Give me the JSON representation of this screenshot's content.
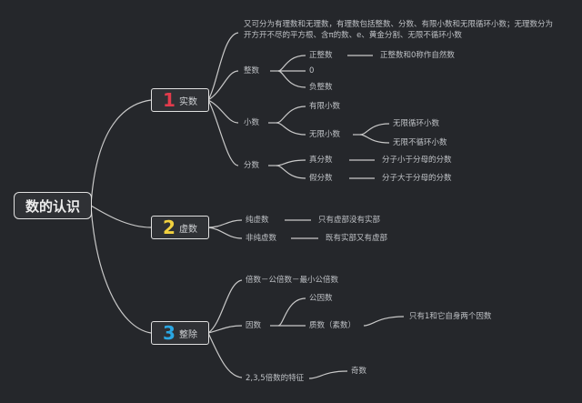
{
  "root": {
    "label": "数的认识"
  },
  "colors": {
    "background": "#25272b",
    "line": "#c9c9c9",
    "red": "#e23b4c",
    "yellow": "#f2d13f",
    "blue": "#2aa7e3"
  },
  "branches": {
    "real": {
      "number": "1",
      "label": "实数",
      "note": "又可分为有理数和无理数，有理数包括整数、分数、有限小数和无限循环小数；无理数分为开方开不尽的平方根、含π的数、e、黄金分割、无限不循环小数",
      "integer": {
        "label": "整数",
        "positive": "正整数",
        "positive_desc": "正整数和0称作自然数",
        "zero": "0",
        "negative": "负整数"
      },
      "decimal": {
        "label": "小数",
        "finite": "有限小数",
        "infinite": "无限小数",
        "repeating": "无限循环小数",
        "non_repeating": "无限不循环小数"
      },
      "fraction": {
        "label": "分数",
        "proper": "真分数",
        "proper_desc": "分子小于分母的分数",
        "improper": "假分数",
        "improper_desc": "分子大于分母的分数"
      }
    },
    "imaginary": {
      "number": "2",
      "label": "虚数",
      "pure": "纯虚数",
      "pure_desc": "只有虚部没有实部",
      "non_pure": "非纯虚数",
      "non_pure_desc": "既有实部又有虚部"
    },
    "divisibility": {
      "number": "3",
      "label": "整除",
      "multiple": "倍数－公倍数－最小公倍数",
      "factor": "因数",
      "composite": "公因数",
      "prime": "质数（素数）",
      "prime_desc": "只有1和它自身两个因数",
      "features": "2,3,5倍数的特征",
      "odd": "奇数"
    }
  }
}
